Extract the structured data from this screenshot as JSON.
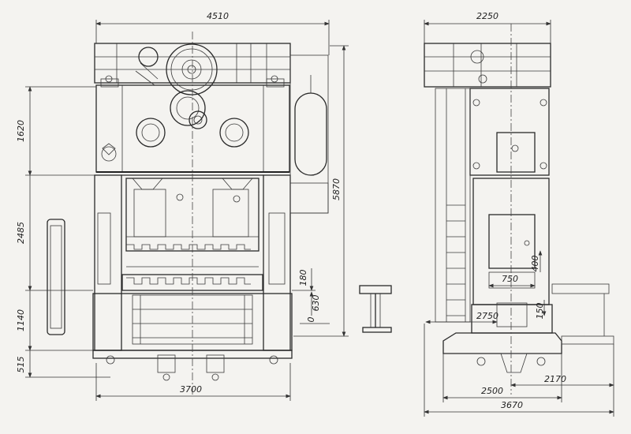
{
  "dimensions": {
    "front_width_top": "4510",
    "front_height_upper": "1620",
    "front_height_middle": "2485",
    "front_height_lower": "1140",
    "front_height_base": "515",
    "front_total_height": "5870",
    "front_width_bottom": "3700",
    "stroke_small": "180",
    "stroke_lower": "630",
    "stroke_zero": "0",
    "side_width_top": "2250",
    "side_window_height": "400",
    "side_window_width": "750",
    "side_platform_height": "150",
    "side_platform_length": "2750",
    "side_offset": "2170",
    "side_width_base": "2500",
    "side_total_width": "3670"
  }
}
